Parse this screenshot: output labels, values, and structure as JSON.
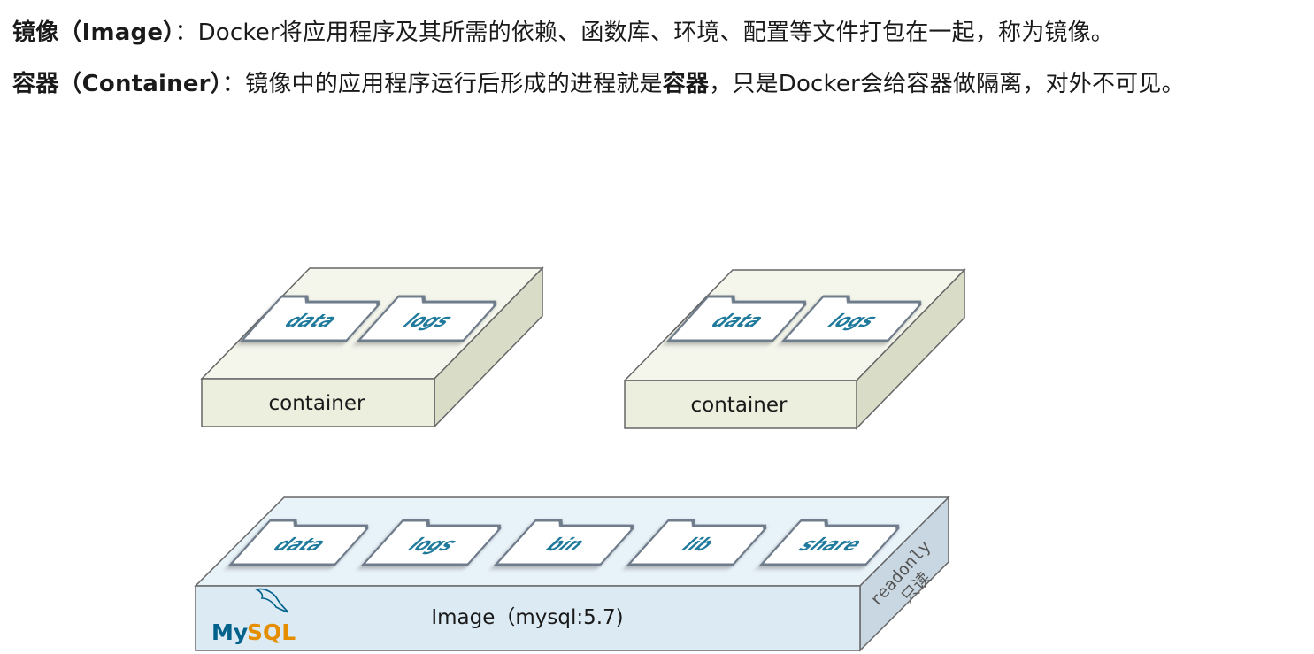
{
  "text": {
    "image_term": "镜像（Image）",
    "image_sep": "：",
    "image_desc": "Docker将应用程序及其所需的依赖、函数库、环境、配置等文件打包在一起，称为镜像。",
    "container_term": "容器（Container）",
    "container_sep": "：",
    "container_desc_a": "镜像中的应用程序运行后形成的进程就是",
    "container_desc_bold": "容器",
    "container_desc_b": "，只是Docker会给容器做隔离，对外不可见。"
  },
  "diagram": {
    "container_label": "container",
    "container_folders": [
      "data",
      "logs"
    ],
    "image_label": "Image（mysql:5.7)",
    "image_folders": [
      "data",
      "logs",
      "bin",
      "lib",
      "share"
    ],
    "readonly_en": "readonly",
    "readonly_zh": "只读",
    "mysql_logo_a": "My",
    "mysql_logo_b": "SQL",
    "colors": {
      "container_face": "#ecefdd",
      "container_top": "#f4f6ec",
      "container_side": "#d9dcc6",
      "image_face": "#dceaf3",
      "image_top": "#e8f2f9",
      "image_side": "#c8d7e1",
      "folder_text": "#1f7a9c",
      "mysql_blue": "#00618a",
      "mysql_orange": "#e48e00"
    }
  }
}
